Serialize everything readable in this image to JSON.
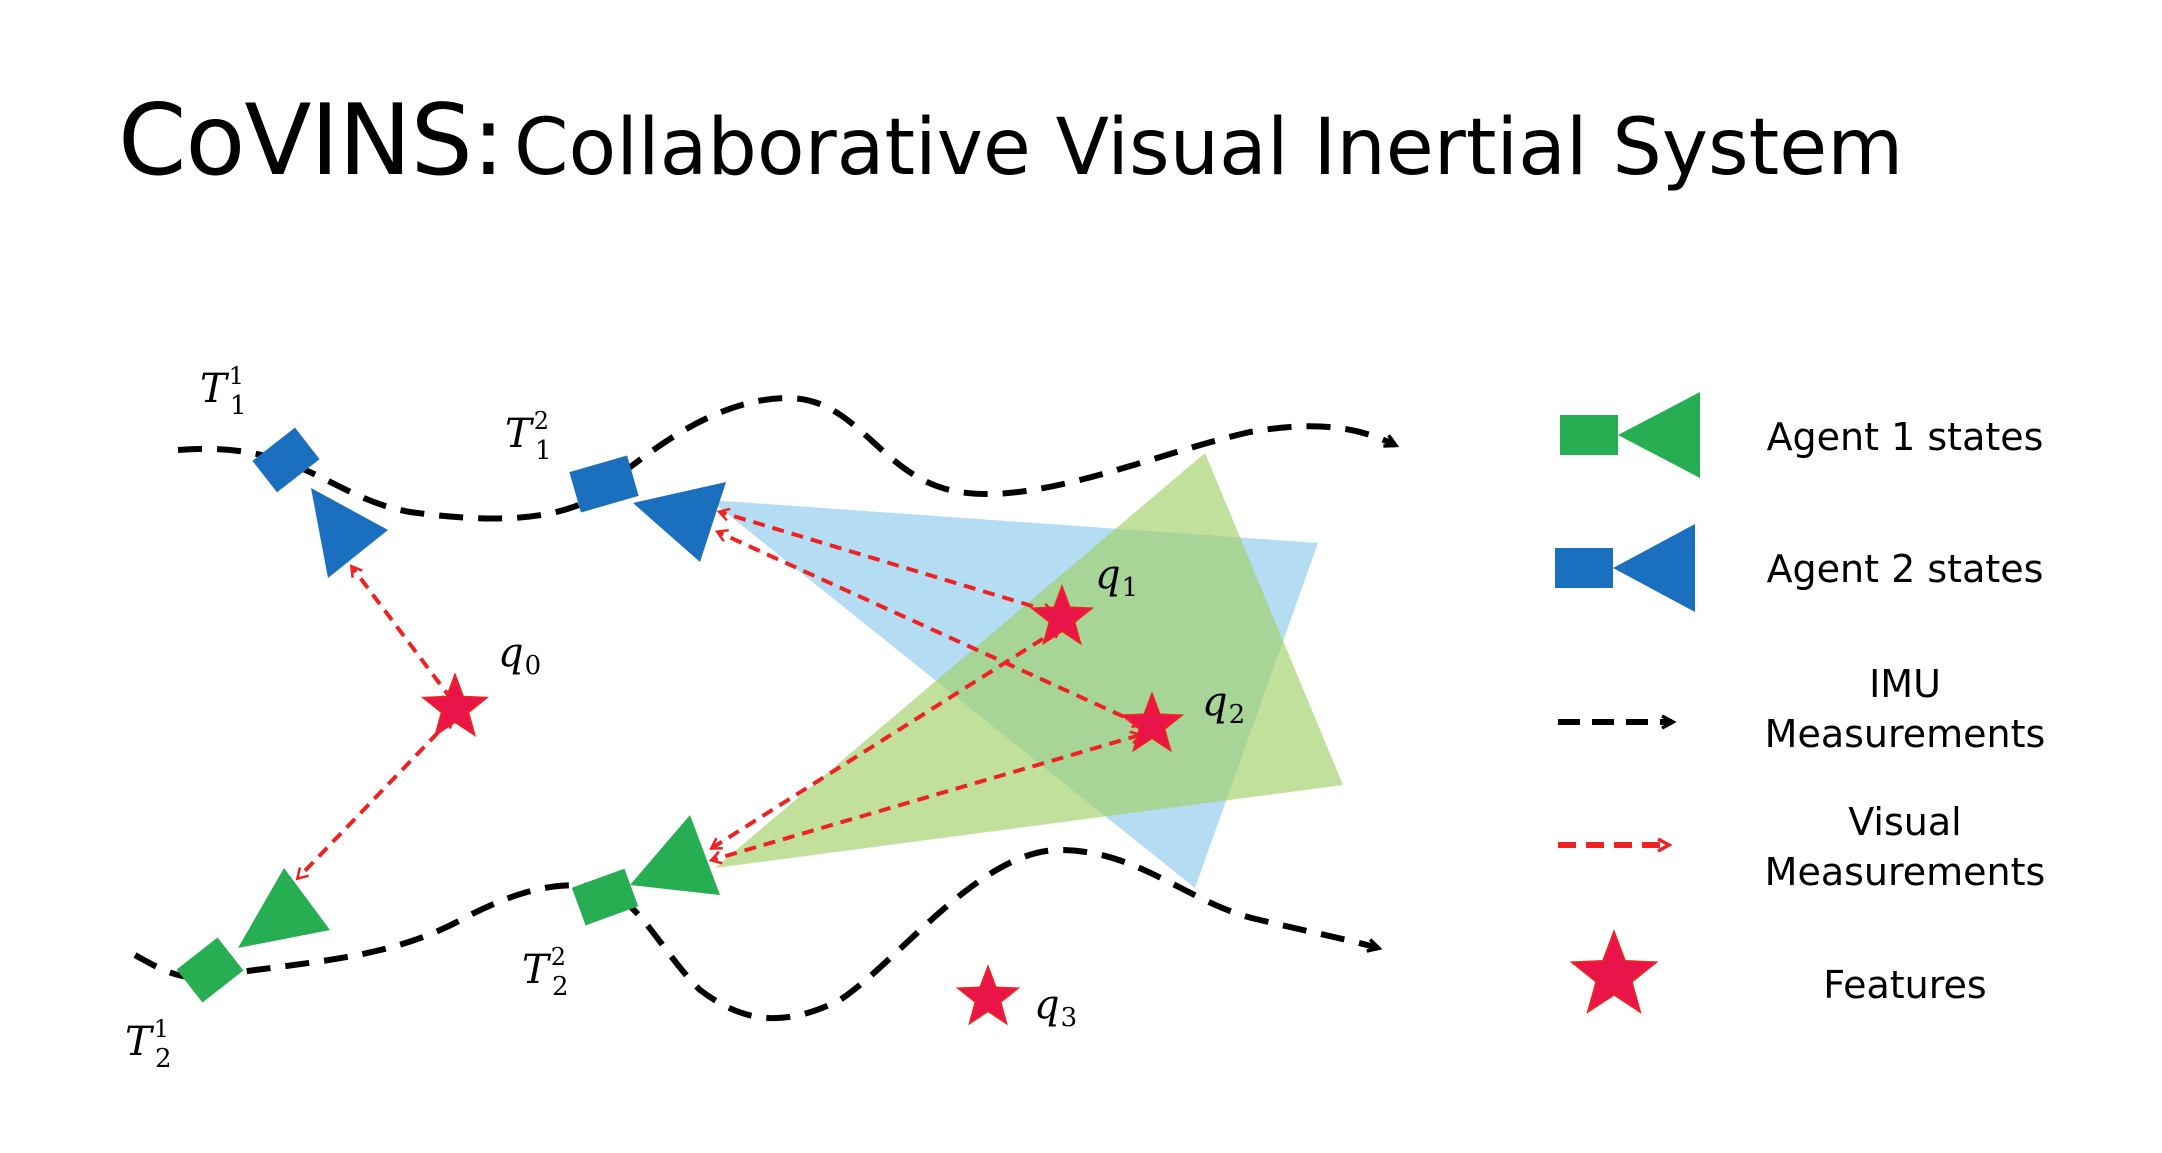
{
  "title": {
    "main": "CoVINS:",
    "sub": "Collaborative Visual Inertial System"
  },
  "pose_labels": {
    "t11": {
      "base": "T",
      "sub": "1",
      "sup": "1"
    },
    "t12": {
      "base": "T",
      "sub": "1",
      "sup": "2"
    },
    "t21": {
      "base": "T",
      "sub": "2",
      "sup": "1"
    },
    "t22": {
      "base": "T",
      "sub": "2",
      "sup": "2"
    }
  },
  "feature_labels": {
    "q0": {
      "base": "q",
      "sub": "0"
    },
    "q1": {
      "base": "q",
      "sub": "1"
    },
    "q2": {
      "base": "q",
      "sub": "2"
    },
    "q3": {
      "base": "q",
      "sub": "3"
    }
  },
  "legend": {
    "agent1": "Agent 1 states",
    "agent2": "Agent 2 states",
    "imu_line1": "IMU",
    "imu_line2": "Measurements",
    "visual_line1": "Visual",
    "visual_line2": "Measurements",
    "features": "Features"
  },
  "colors": {
    "agent1": "#27ae52",
    "agent2": "#1a6fbf",
    "imu": "#000000",
    "visual": "#ee2222",
    "feature": "#e8144a",
    "fov_agent1": "#a7d478",
    "fov_agent2": "#9fd3f0"
  }
}
